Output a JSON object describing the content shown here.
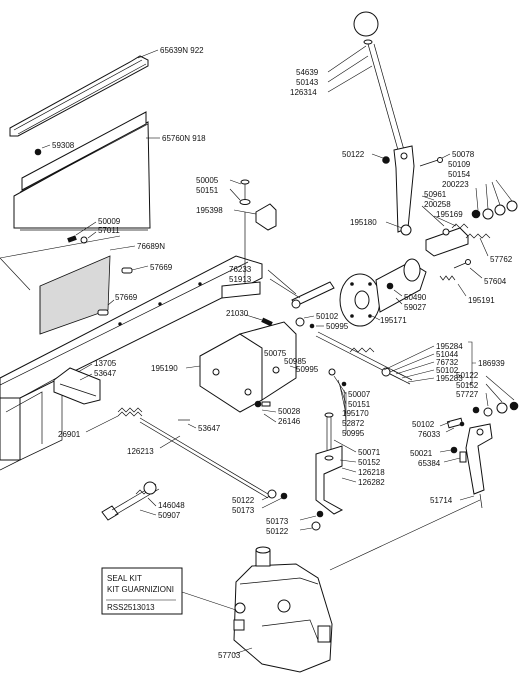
{
  "labels": {
    "l65639": "65639N 922",
    "l65760": "65760N 918",
    "l59308": "59308",
    "l50009": "50009",
    "l57011": "57011",
    "l76689": "76689N",
    "l57669a": "57669",
    "l57669b": "57669",
    "l13705": "13705",
    "l53647a": "53647",
    "l26901": "26901",
    "l53647b": "53647",
    "l126213": "126213",
    "l146048": "146048",
    "l50907": "50907",
    "l50005": "50005",
    "l50151a": "50151",
    "l195398": "195398",
    "l76233": "76233",
    "l51913": "51913",
    "l21030": "21030",
    "l50102a": "50102",
    "l50995a": "50995",
    "l195190": "195190",
    "l50075": "50075",
    "l50985": "50985",
    "l50995b": "50995",
    "l50028": "50028",
    "l26146": "26146",
    "l50122a": "50122",
    "l50173a": "50173",
    "l54639": "54639",
    "l50143": "50143",
    "l126314": "126314",
    "l50122top": "50122",
    "l50078": "50078",
    "l50109": "50109",
    "l50154": "50154",
    "l200223": "200223",
    "l50961": "50961",
    "l200258": "200258",
    "l195169": "195169",
    "l195180": "195180",
    "l57762": "57762",
    "l57604": "57604",
    "l195191": "195191",
    "l50490": "50490",
    "l59027": "59027",
    "l195171": "195171",
    "l195284": "195284",
    "l51044": "51044",
    "l76732": "76732",
    "l50102b": "50102",
    "l195283": "195283",
    "l186939": "186939",
    "l50007": "50007",
    "l50151b": "50151",
    "l195170": "195170",
    "l52872": "52872",
    "l50995c": "50995",
    "l50122b": "50122",
    "l50152a": "50152",
    "l57727": "57727",
    "l50102c": "50102",
    "l76033": "76033",
    "l50021": "50021",
    "l65384": "65384",
    "l51714": "51714",
    "l50071": "50071",
    "l50152b": "50152",
    "l126218": "126218",
    "l126282": "126282",
    "l50173b": "50173",
    "l50122c": "50122",
    "l57703": "57703"
  },
  "seal_kit": {
    "line1": "SEAL KIT",
    "line2": "KIT GUARNIZIONI",
    "code": "RSS2513013"
  }
}
